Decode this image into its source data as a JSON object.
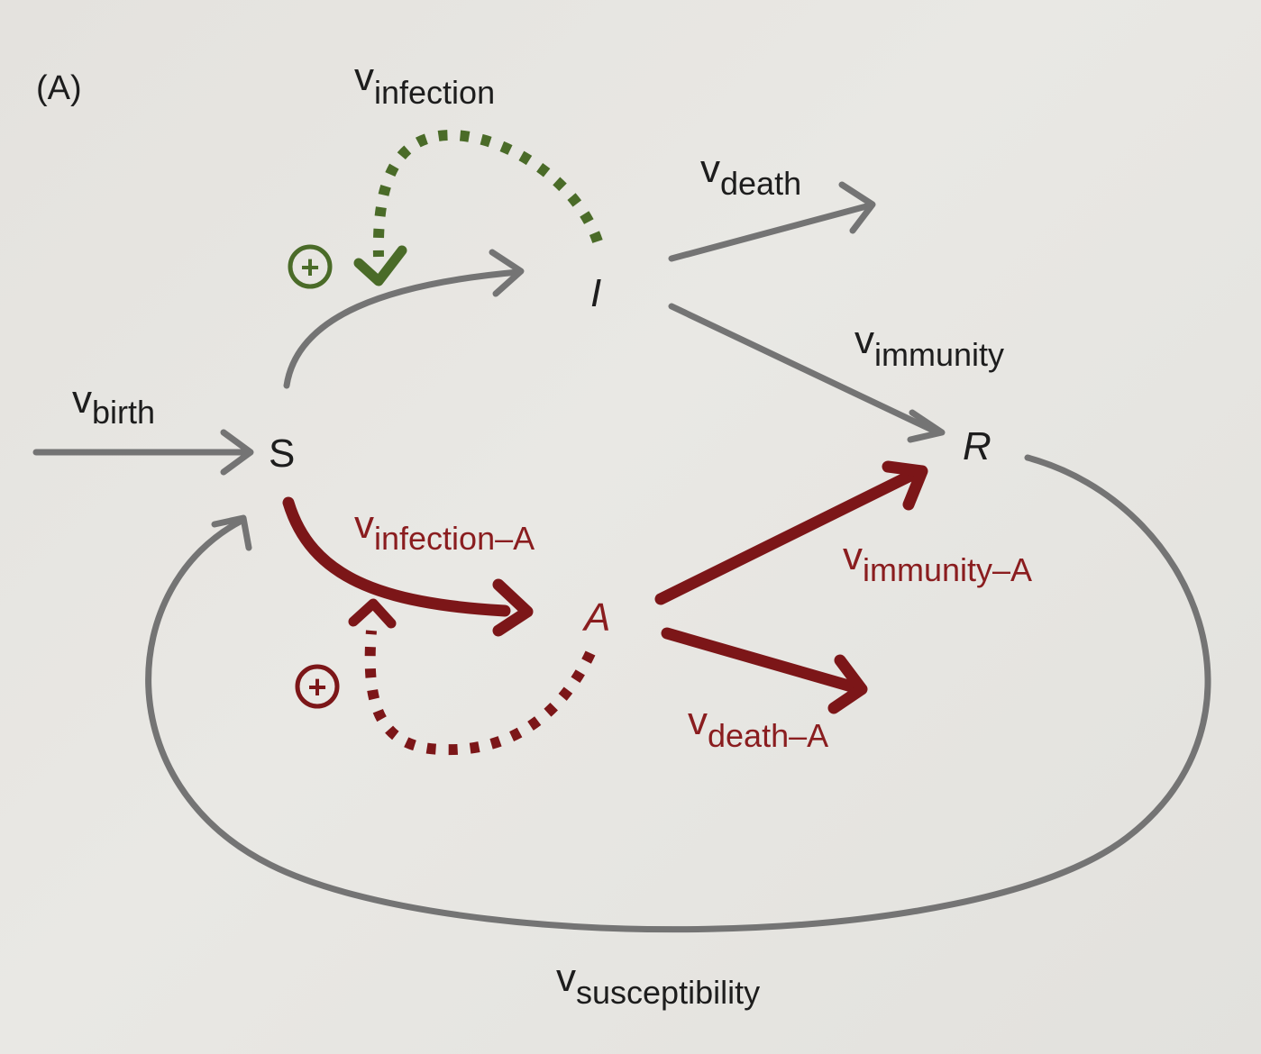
{
  "panel_label": "(A)",
  "nodes": {
    "S": "S",
    "I": "I",
    "A": "A",
    "R": "R"
  },
  "rates": {
    "birth": {
      "symbol": "v",
      "subscript": "birth"
    },
    "infection": {
      "symbol": "v",
      "subscript": "infection"
    },
    "death": {
      "symbol": "v",
      "subscript": "death"
    },
    "immunity": {
      "symbol": "v",
      "subscript": "immunity"
    },
    "infection_a": {
      "symbol": "v",
      "subscript": "infection–A"
    },
    "immunity_a": {
      "symbol": "v",
      "subscript": "immunity–A"
    },
    "death_a": {
      "symbol": "v",
      "subscript": "death–A"
    },
    "susceptibility": {
      "symbol": "v",
      "subscript": "susceptibility"
    }
  },
  "feedback_signs": {
    "infection": "+",
    "infection_a": "+"
  },
  "colors": {
    "gray_arrow": "#747474",
    "red_arrow": "#7c1618",
    "green_feedback": "#4a6b28",
    "red_text": "#8a1d1f",
    "text": "#1d1d1d"
  }
}
